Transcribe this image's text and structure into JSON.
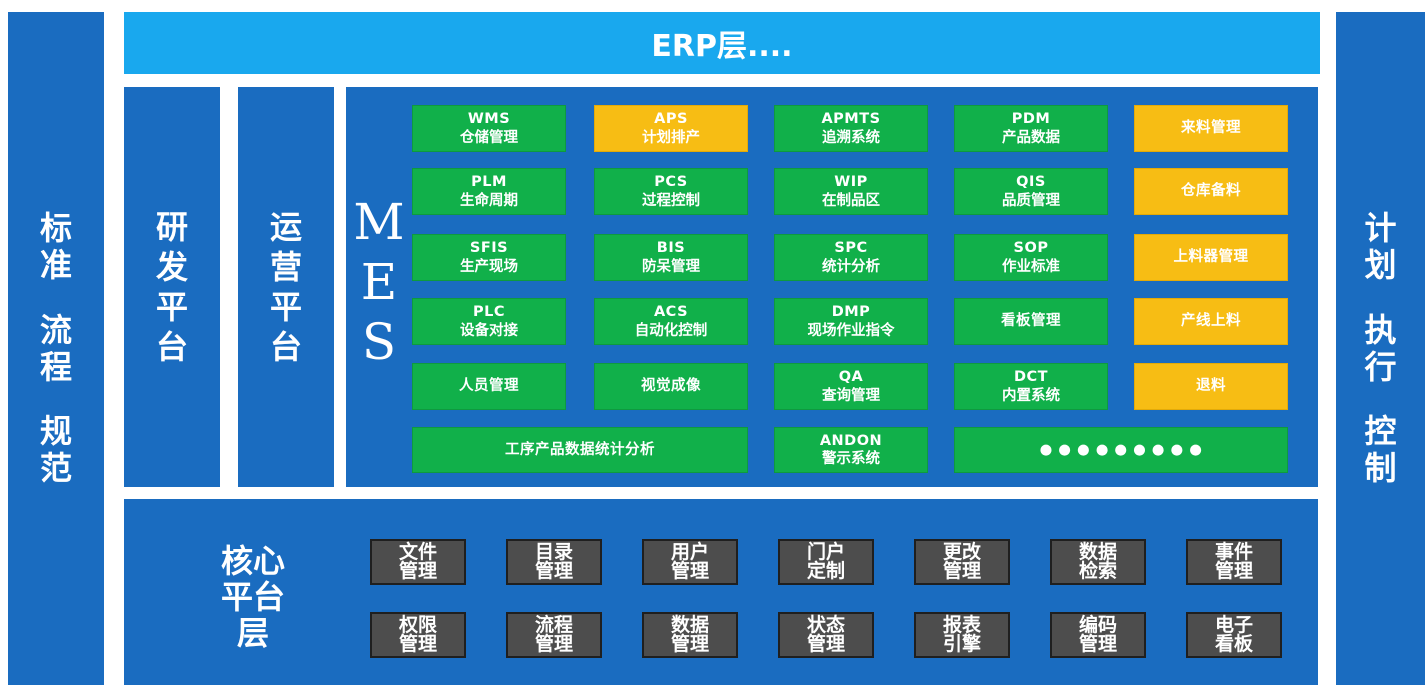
{
  "erp_label": "ERP层....",
  "left_side": [
    "标",
    "准",
    "流",
    "程",
    "规",
    "范"
  ],
  "right_side": [
    "计",
    "划",
    "执",
    "行",
    "控",
    "制"
  ],
  "rd_platform": [
    "研",
    "发",
    "平",
    "台"
  ],
  "ops_platform": [
    "运",
    "营",
    "平",
    "台"
  ],
  "mes_letters": [
    "M",
    "E",
    "S"
  ],
  "modules": [
    {
      "l1": "WMS",
      "l2": "仓储管理",
      "color": "green"
    },
    {
      "l1": "APS",
      "l2": "计划排产",
      "color": "yellow"
    },
    {
      "l1": "APMTS",
      "l2": "追溯系统",
      "color": "green"
    },
    {
      "l1": "PDM",
      "l2": "产品数据",
      "color": "green"
    },
    {
      "l1": "来料管理",
      "l2": "",
      "color": "yellow"
    },
    {
      "l1": "PLM",
      "l2": "生命周期",
      "color": "green"
    },
    {
      "l1": "PCS",
      "l2": "过程控制",
      "color": "green"
    },
    {
      "l1": "WIP",
      "l2": "在制品区",
      "color": "green"
    },
    {
      "l1": "QIS",
      "l2": "品质管理",
      "color": "green"
    },
    {
      "l1": "仓库备料",
      "l2": "",
      "color": "yellow"
    },
    {
      "l1": "SFIS",
      "l2": "生产现场",
      "color": "green"
    },
    {
      "l1": "BIS",
      "l2": "防呆管理",
      "color": "green"
    },
    {
      "l1": "SPC",
      "l2": "统计分析",
      "color": "green"
    },
    {
      "l1": "SOP",
      "l2": "作业标准",
      "color": "green"
    },
    {
      "l1": "上料器管理",
      "l2": "",
      "color": "yellow"
    },
    {
      "l1": "PLC",
      "l2": "设备对接",
      "color": "green"
    },
    {
      "l1": "ACS",
      "l2": "自动化控制",
      "color": "green"
    },
    {
      "l1": "DMP",
      "l2": "现场作业指令",
      "color": "green"
    },
    {
      "l1": "看板管理",
      "l2": "",
      "color": "green"
    },
    {
      "l1": "产线上料",
      "l2": "",
      "color": "yellow"
    },
    {
      "l1": "人员管理",
      "l2": "",
      "color": "green"
    },
    {
      "l1": "视觉成像",
      "l2": "",
      "color": "green"
    },
    {
      "l1": "QA",
      "l2": "查询管理",
      "color": "green"
    },
    {
      "l1": "DCT",
      "l2": "内置系统",
      "color": "green"
    },
    {
      "l1": "退料",
      "l2": "",
      "color": "yellow"
    },
    {
      "l1": "工序产品数据统计分析",
      "l2": "",
      "color": "green"
    },
    {
      "l1": "ANDON",
      "l2": "警示系统",
      "color": "green"
    },
    {
      "l1": "●  ●  ●  ●  ●  ●  ●  ●  ●",
      "l2": "",
      "color": "green"
    }
  ],
  "core_title": [
    "核心",
    "平台",
    "层"
  ],
  "core_items": [
    [
      "文件",
      "管理"
    ],
    [
      "目录",
      "管理"
    ],
    [
      "用户",
      "管理"
    ],
    [
      "门户",
      "定制"
    ],
    [
      "更改",
      "管理"
    ],
    [
      "数据",
      "检索"
    ],
    [
      "事件",
      "管理"
    ],
    [
      "权限",
      "管理"
    ],
    [
      "流程",
      "管理"
    ],
    [
      "数据",
      "管理"
    ],
    [
      "状态",
      "管理"
    ],
    [
      "报表",
      "引擎"
    ],
    [
      "编码",
      "管理"
    ],
    [
      "电子",
      "看板"
    ]
  ],
  "colors": {
    "panel_blue": "#1a6cc0",
    "erp_blue": "#19a8ee",
    "module_green": "#11b04a",
    "module_yellow": "#f7bd14",
    "core_gray": "#4d4d4d"
  }
}
